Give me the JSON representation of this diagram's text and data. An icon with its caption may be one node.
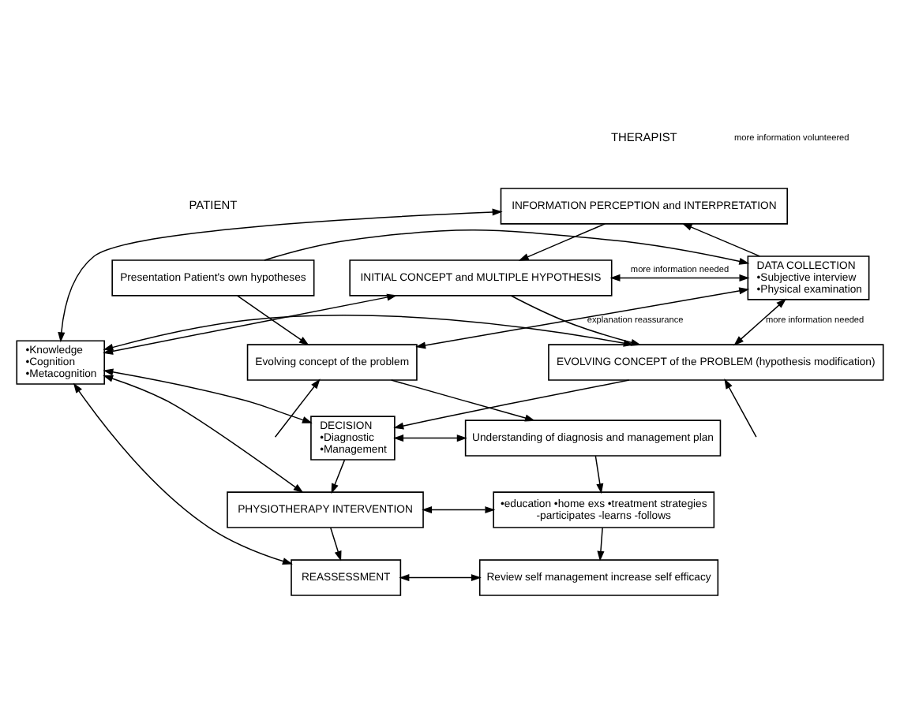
{
  "diagram": {
    "nodes": [
      {
        "text": [
          "INFORMATION PERCEPTION and INTERPRETATION"
        ]
      },
      {
        "text": [
          "INITIAL CONCEPT and MULTIPLE HYPOTHESIS"
        ]
      },
      {
        "text": [
          "DATA COLLECTION",
          "•Subjective interview",
          "•Physical examination"
        ]
      },
      {
        "text": [
          "Presentation Patient's own hypotheses"
        ]
      },
      {
        "text": [
          "EVOLVING CONCEPT of the PROBLEM (hypothesis modification)"
        ]
      },
      {
        "text": [
          "Evolving concept of the problem"
        ]
      },
      {
        "text": [
          "•Knowledge",
          "•Cognition",
          "•Metacognition"
        ]
      },
      {
        "text": [
          "DECISION",
          "•Diagnostic",
          "•Management"
        ]
      },
      {
        "text": [
          "Understanding of diagnosis and management plan"
        ]
      },
      {
        "text": [
          "PHYSIOTHERAPY INTERVENTION"
        ]
      },
      {
        "text": [
          "•education •home exs •treatment strategies",
          "-participates -learns -follows"
        ]
      },
      {
        "text": [
          "REASSESSMENT"
        ]
      },
      {
        "text": [
          "Review self management increase self efficacy"
        ]
      }
    ],
    "edges": [
      {
        "from": 0,
        "to": 1,
        "arrow": "to"
      },
      {
        "from": 1,
        "to": 2,
        "arrow": "both",
        "label": "more information needed"
      },
      {
        "from": 2,
        "to": 0,
        "arrow": "to"
      },
      {
        "from": 3,
        "to": 2,
        "arrow": "to"
      },
      {
        "from": 3,
        "to": 5,
        "arrow": "to"
      },
      {
        "from": 1,
        "to": 4,
        "arrow": "to"
      },
      {
        "from": 2,
        "to": 4,
        "arrow": "both",
        "label": "more information needed"
      },
      {
        "from": 2,
        "to": 5,
        "arrow": "both",
        "label": "explanation reassurance"
      },
      {
        "from": 6,
        "to": 0,
        "arrow": "both"
      },
      {
        "from": 6,
        "to": 1,
        "arrow": "both"
      },
      {
        "from": 6,
        "to": 4,
        "arrow": "both"
      },
      {
        "from": 4,
        "to": 7,
        "arrow": "to"
      },
      {
        "from": 5,
        "to": 8,
        "arrow": "to"
      },
      {
        "from": 6,
        "to": 7,
        "arrow": "both"
      },
      {
        "from": 7,
        "to": 8,
        "arrow": "both"
      },
      {
        "from": null,
        "to": 4,
        "arrow": "to"
      },
      {
        "from": null,
        "to": 5,
        "arrow": "to"
      },
      {
        "from": 7,
        "to": 9,
        "arrow": "to"
      },
      {
        "from": 8,
        "to": 10,
        "arrow": "to"
      },
      {
        "from": 6,
        "to": 9,
        "arrow": "both"
      },
      {
        "from": 9,
        "to": 10,
        "arrow": "both"
      },
      {
        "from": 9,
        "to": 11,
        "arrow": "to"
      },
      {
        "from": 10,
        "to": 12,
        "arrow": "to"
      },
      {
        "from": 6,
        "to": 11,
        "arrow": "both"
      },
      {
        "from": 11,
        "to": 12,
        "arrow": "both"
      }
    ],
    "labels": [
      "THERAPIST",
      "PATIENT",
      "more information volunteered"
    ]
  }
}
